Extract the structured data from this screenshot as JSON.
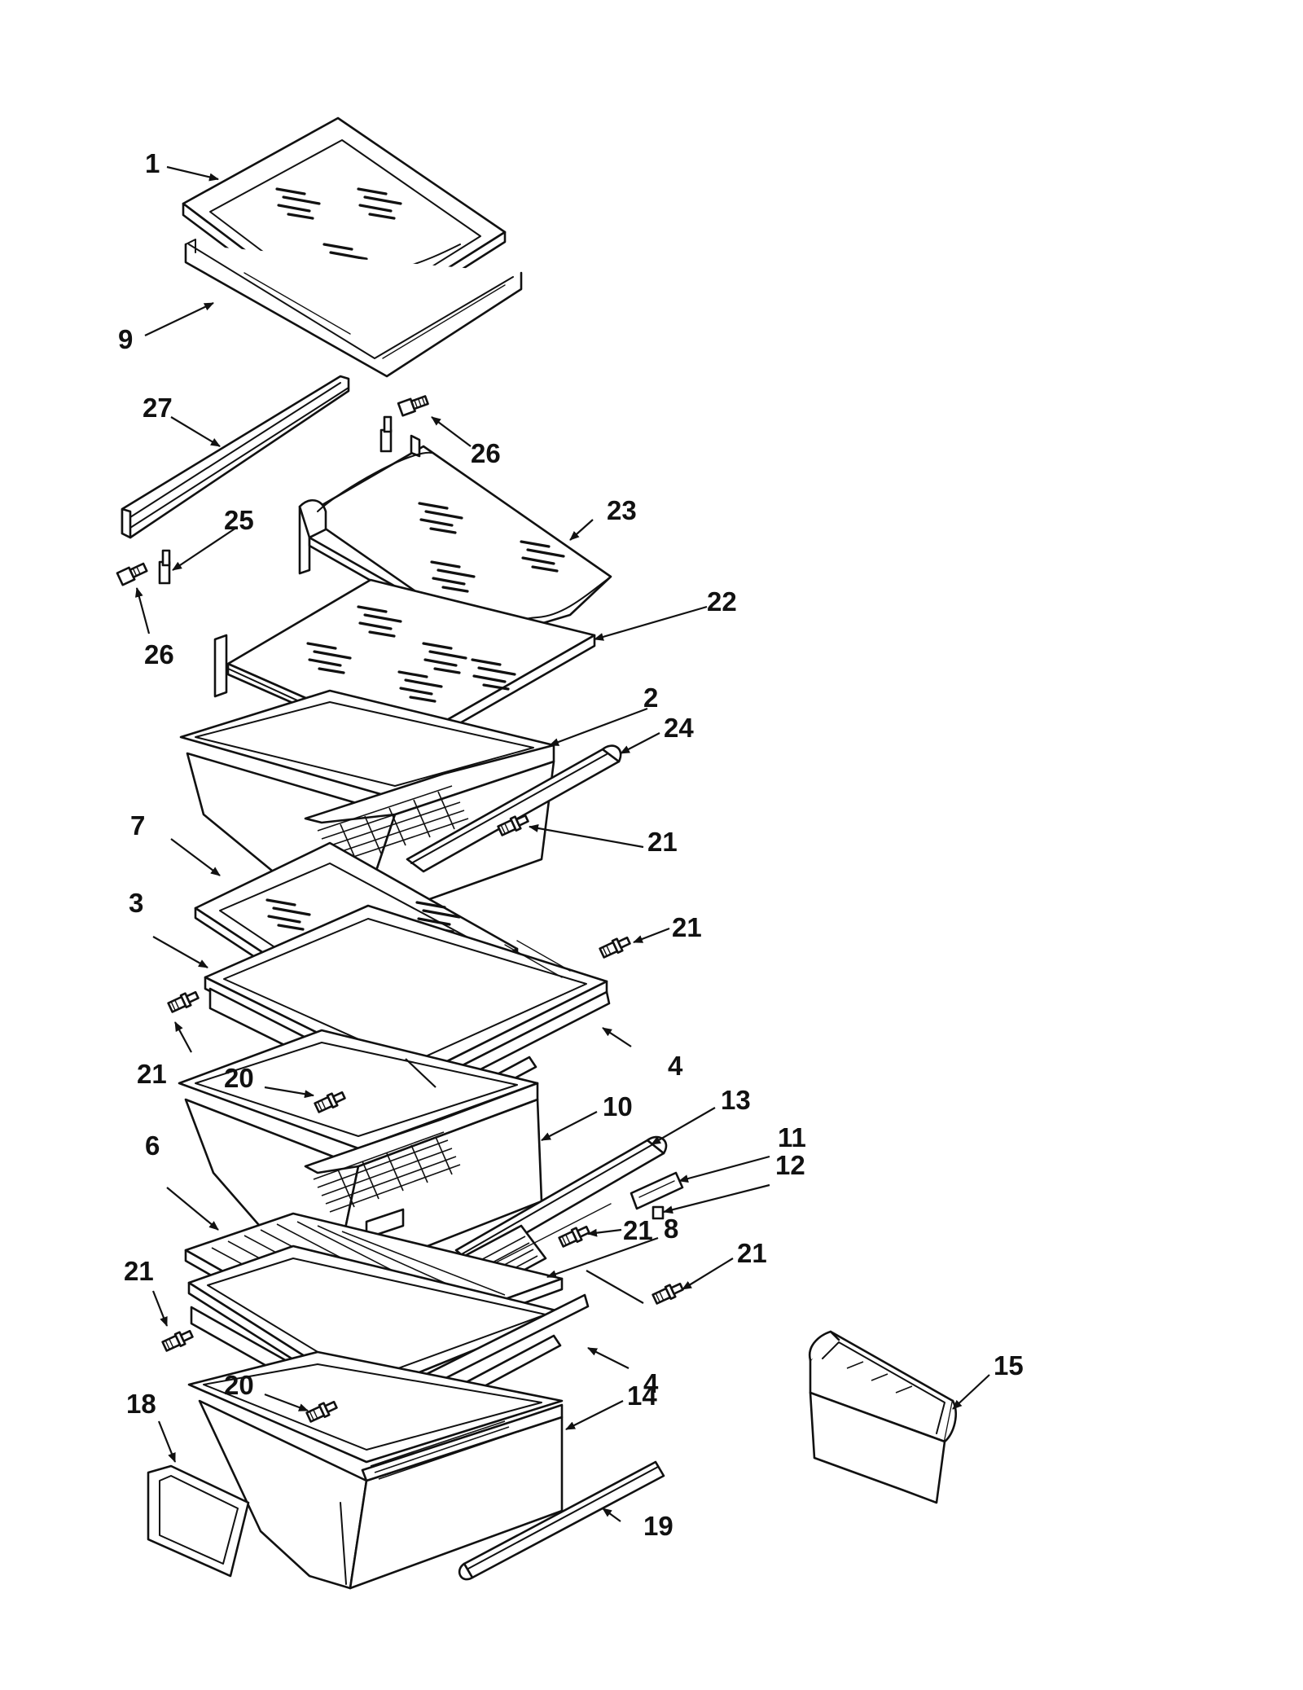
{
  "colors": {
    "ink": "#111111",
    "paper": "#ffffff"
  },
  "callouts": [
    {
      "id": "c1",
      "label": "1"
    },
    {
      "id": "c9",
      "label": "9"
    },
    {
      "id": "c27",
      "label": "27"
    },
    {
      "id": "c26a",
      "label": "26"
    },
    {
      "id": "c26b",
      "label": "26"
    },
    {
      "id": "c25",
      "label": "25"
    },
    {
      "id": "c23",
      "label": "23"
    },
    {
      "id": "c22",
      "label": "22"
    },
    {
      "id": "c2",
      "label": "2"
    },
    {
      "id": "c24",
      "label": "24"
    },
    {
      "id": "c21a",
      "label": "21"
    },
    {
      "id": "c7",
      "label": "7"
    },
    {
      "id": "c3",
      "label": "3"
    },
    {
      "id": "c21b",
      "label": "21"
    },
    {
      "id": "c4a",
      "label": "4"
    },
    {
      "id": "c21c",
      "label": "21"
    },
    {
      "id": "c20a",
      "label": "20"
    },
    {
      "id": "c10",
      "label": "10"
    },
    {
      "id": "c13",
      "label": "13"
    },
    {
      "id": "c11",
      "label": "11"
    },
    {
      "id": "c12",
      "label": "12"
    },
    {
      "id": "c6",
      "label": "6"
    },
    {
      "id": "c8",
      "label": "8"
    },
    {
      "id": "c21d",
      "label": "21"
    },
    {
      "id": "c21e",
      "label": "21"
    },
    {
      "id": "c21f",
      "label": "21"
    },
    {
      "id": "c4b",
      "label": "4"
    },
    {
      "id": "c20b",
      "label": "20"
    },
    {
      "id": "c15",
      "label": "15"
    },
    {
      "id": "c14",
      "label": "14"
    },
    {
      "id": "c18",
      "label": "18"
    },
    {
      "id": "c19",
      "label": "19"
    }
  ]
}
